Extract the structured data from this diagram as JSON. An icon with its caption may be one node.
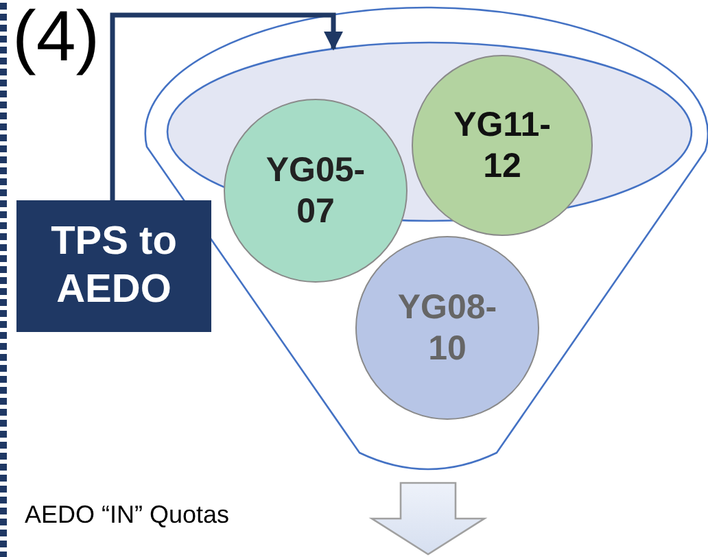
{
  "diagram": {
    "nodes": [
      {
        "text": [],
        "shape": "funnel"
      },
      {
        "text": [],
        "shape": "ellipse",
        "in": 0
      },
      {
        "text": [
          "YG05-07"
        ],
        "in": 0
      },
      {
        "text": [
          "YG11-12"
        ],
        "in": 0
      },
      {
        "text": [
          "YG08-10"
        ],
        "in": 0
      },
      {
        "text": [
          "TPS to AEDO"
        ]
      }
    ],
    "edges": [
      {
        "from": 5,
        "to": 1,
        "arrow": "to",
        "color": "#1f3864"
      },
      {
        "from": 0,
        "to": null,
        "arrow": "to"
      }
    ],
    "labels": [
      "(4)",
      "AEDO “IN” Quotas"
    ]
  }
}
